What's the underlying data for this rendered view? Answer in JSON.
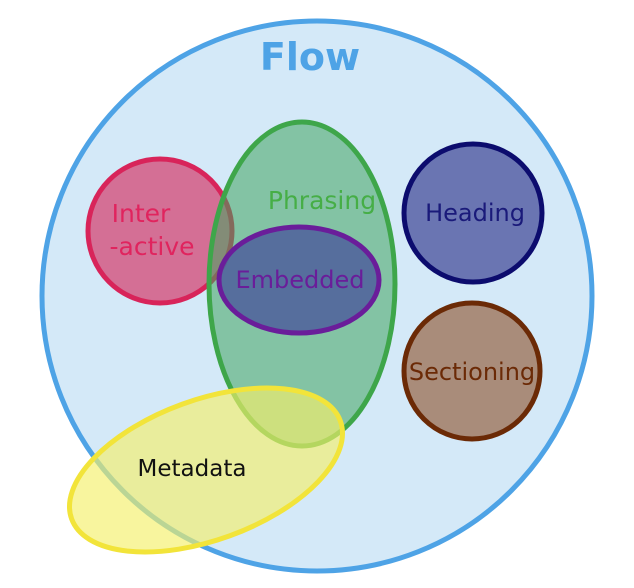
{
  "diagram": {
    "flow": {
      "label": "Flow",
      "fill": "#d4e9f8",
      "stroke": "#4ea3e6",
      "text_color": "#4ea3e6"
    },
    "interactive": {
      "label_line1": "Inter",
      "label_line2": "-active",
      "fill": "#d46f95",
      "stroke": "#d8245a",
      "text_color": "#e0245e"
    },
    "heading": {
      "label": "Heading",
      "fill": "#6a75b2",
      "stroke": "#0c0c6e",
      "text_color": "#1a1a7a"
    },
    "sectioning": {
      "label": "Sectioning",
      "fill": "#a98c7a",
      "stroke": "#6b2a06",
      "text_color": "#6b2a06"
    },
    "phrasing": {
      "label": "Phrasing",
      "fill": "#3fa45f",
      "stroke": "#3ea64a",
      "text_color": "#46ae46"
    },
    "embedded": {
      "label": "Embedded",
      "fill": "#4f5f9c",
      "stroke": "#6a1d9a",
      "text_color": "#6a1d9a"
    },
    "metadata": {
      "label": "Metadata",
      "fill": "#f4f06a",
      "stroke": "#f2e43a",
      "text_color": "#111111"
    }
  }
}
